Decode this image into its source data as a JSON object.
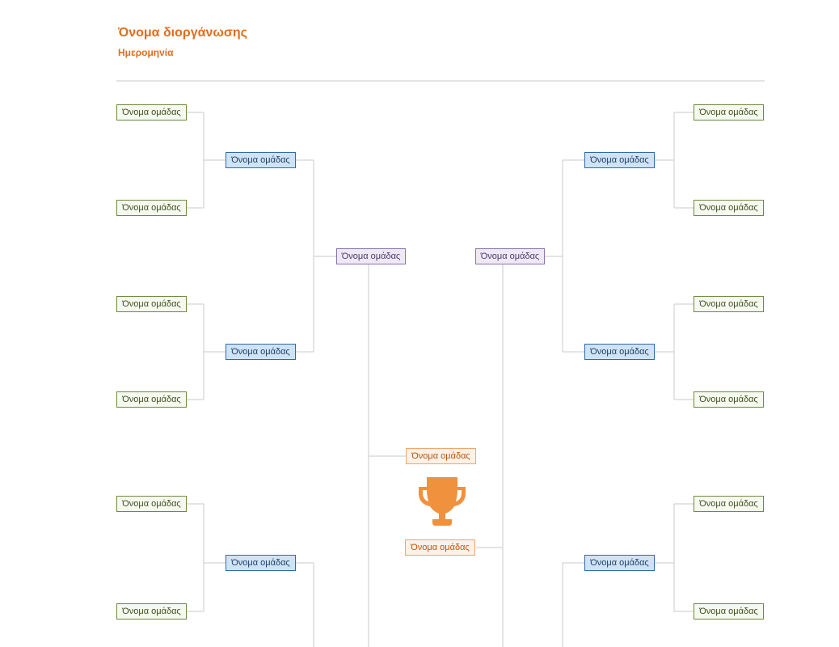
{
  "header": {
    "title": "Όνομα διοργάνωσης",
    "subtitle": "Ημερομηνία"
  },
  "bracket": {
    "left_round1": [
      "Όνομα ομάδας",
      "Όνομα ομάδας",
      "Όνομα ομάδας",
      "Όνομα ομάδας",
      "Όνομα ομάδας",
      "Όνομα ομάδας"
    ],
    "left_round2": [
      "Όνομα ομάδας",
      "Όνομα ομάδας",
      "Όνομα ομάδας"
    ],
    "left_semifinal": "Όνομα ομάδας",
    "right_round1": [
      "Όνομα ομάδας",
      "Όνομα ομάδας",
      "Όνομα ομάδας",
      "Όνομα ομάδας",
      "Όνομα ομάδας",
      "Όνομα ομάδας"
    ],
    "right_round2": [
      "Όνομα ομάδας",
      "Όνομα ομάδας",
      "Όνομα ομάδας"
    ],
    "right_semifinal": "Όνομα ομάδας",
    "finalists": [
      "Όνομα ομάδας",
      "Όνομα ομάδας"
    ]
  },
  "colors": {
    "accent": "#e36c1d",
    "round1": "#6e8a3f",
    "round2": "#2f6aaa",
    "semifinal": "#8a74b3",
    "final": "#f2a66b",
    "trophy": "#f0913e"
  },
  "icons": {
    "trophy": "trophy-icon"
  }
}
